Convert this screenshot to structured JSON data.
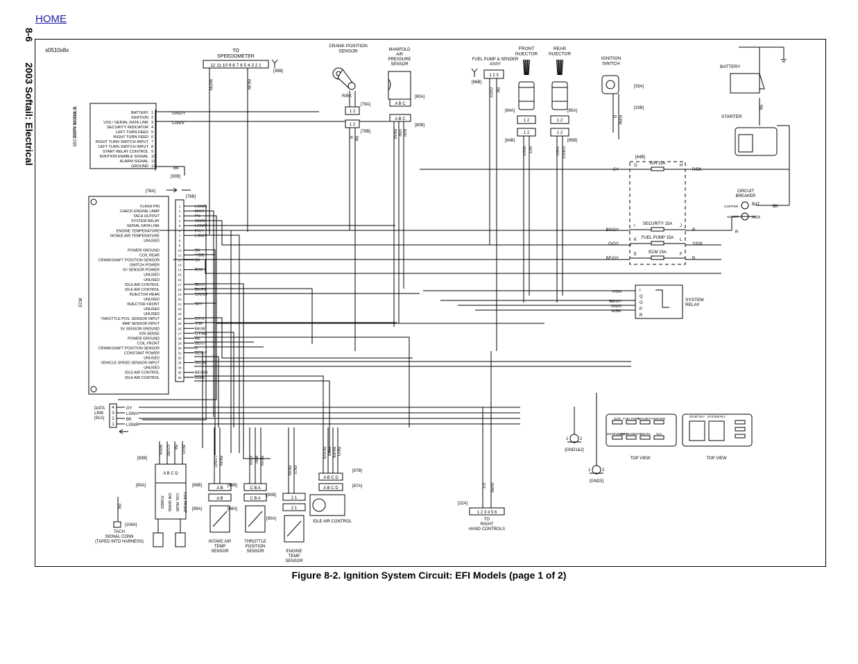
{
  "nav": {
    "home_link": "HOME"
  },
  "side": {
    "page_number": "8-6",
    "book_title": "2003 Softail: Electrical"
  },
  "figure": {
    "id": "s0510x8x",
    "caption": "Figure 8-2. Ignition System Circuit: EFI Models (page 1 of 2)"
  },
  "components": {
    "speedometer": {
      "title_line1": "TO",
      "title_line2": "SPEEDOMETER",
      "pins": "12 11 10 9 8 7 6 5 4 3 2 1",
      "conn": "[39B]"
    },
    "turn_signal_module": {
      "title": "TURN SIGNAL &\nSECURITY MODULE",
      "pins": [
        "BATTERY",
        "IGNITION",
        "VSS / SERIAL DATA LINK",
        "SECURITY INDICATOR",
        "LEFT TURN FEED",
        "RIGHT TURN FEED",
        "RIGHT TURN SWITCH INPUT",
        "LEFT TURN SWITCH INPUT",
        "START RELAY CONTROL",
        "IGNITION ENABLE SIGNAL",
        "ALARM SIGNAL",
        "GROUND"
      ],
      "conn_30b": "[30B]"
    },
    "ecm": {
      "title": "ECM",
      "conn_78a": "[78A]",
      "conn_78b": "[78B]",
      "pins": [
        "FLASH PIN",
        "CHECK ENGINE LAMP",
        "TACH OUTPUT",
        "SYSTEM RELAY",
        "SERIAL DATA LINK",
        "ENGINE TEMPERATURE",
        "INTAKE AIR TEMPERATURE",
        "UNUSED",
        "",
        "POWER GROUND",
        "COIL REAR",
        "CRANKSHAFT POSITION SENSOR",
        "SWITCH POWER",
        "5V SENSOR POWER",
        "UNUSED",
        "UNUSED",
        "IDLE AIR CONTROL",
        "IDLE AIR CONTROL",
        "INJECTOR REAR",
        "UNUSED",
        "INJECTOR FRONT",
        "UNUSED",
        "UNUSED",
        "THROTTLE POS. SENSOR INPUT",
        "MAP SENSOR INPUT",
        "5V SENSOR GROUND",
        "ION SENSE",
        "POWER GROUND",
        "COIL FRONT",
        "CRANKSHAFT POSITION SENSOR",
        "CONSTANT POWER",
        "UNUSED",
        "VEHICLE SPEED SENSOR INPUT",
        "UNUSED",
        "IDLE AIR CONTROL",
        "IDLE AIR CONTROL"
      ],
      "wires": [
        "LGN/R",
        "BK/Y",
        "PK",
        "GN/O",
        "LGN/V",
        "PK/Y",
        "LGN/Y",
        "",
        "",
        "BK",
        "Y/BE",
        "BK",
        "",
        "R/W",
        "",
        "",
        "BK/O",
        "BK/PK",
        "GN/GY",
        "",
        "W/Y",
        "",
        "",
        "GY/V",
        "V/W",
        "BK/W",
        "GY/BE",
        "BK",
        "BE/O",
        "R",
        "BE/GY",
        "",
        "W/GN",
        "",
        "BE/GN",
        "BN/R"
      ]
    },
    "data_link": {
      "title": "DATA\nLINK\n[91A]",
      "pins": [
        "4",
        "3",
        "2",
        "1"
      ],
      "wires": [
        "GY",
        "LGN/V",
        "BK",
        "LGN/R"
      ]
    },
    "crank_sensor": {
      "title": "CRANK POSITION\nSENSOR",
      "conn_79a": "[79A]",
      "conn_79b": "[79B]",
      "wires": [
        "R",
        "BK"
      ]
    },
    "map_sensor": {
      "title": "MANIFOLD\nAIR\nPRESSURE\nSENSOR",
      "pins": "A B C",
      "conn_80a": "[80A]",
      "conn_80b": "[80B]",
      "wires": [
        "BK/W",
        "V/W",
        "R/W"
      ]
    },
    "fuel_pump": {
      "title": "FUEL PUMP & SENDER\nASSY",
      "pins": "1 2 3",
      "conn": "[86B]",
      "wires": [
        "O/GY",
        "BK"
      ]
    },
    "front_injector": {
      "title": "FRONT\nINJECTOR",
      "conn_84a": "[84A]",
      "conn_84b": "[84B]",
      "wires": [
        "R/GY",
        "W/Y"
      ]
    },
    "rear_injector": {
      "title": "REAR\nINJECTOR",
      "conn_85a": "[85A]",
      "conn_85b": "[85B]",
      "wires": [
        "Y/GY",
        "GN/GY"
      ]
    },
    "ignition_switch": {
      "title": "IGNITION\nSWITCH",
      "conn_33a": "[33A]",
      "conn_33b": "[33B]",
      "wires": [
        "R",
        "R/BK"
      ]
    },
    "battery": {
      "title": "BATTERY",
      "wire": "BK"
    },
    "starter": {
      "title": "STARTER"
    },
    "fuse_block": {
      "conn": "[64B]",
      "rows": [
        {
          "in": "G",
          "label": "IGN",
          "amp": "15A",
          "out": "H",
          "wire_in": "GY",
          "wire_out": "R/BK"
        },
        {
          "in": "I",
          "label": "SECURITY 15A",
          "amp": "",
          "out": "J",
          "wire_in": "BN/GY",
          "wire_out": "R"
        },
        {
          "in": "K",
          "label": "FUEL PUMP 15A",
          "amp": "",
          "out": "L",
          "wire_in": "O/GY",
          "wire_out": "Y/GN"
        },
        {
          "in": "E",
          "label": "ECM",
          "amp": "15A",
          "out": "F",
          "wire_in": "BE/GY",
          "wire_out": "R"
        }
      ]
    },
    "circuit_breaker": {
      "title": "CIRCUIT\nBREAKER",
      "copper": "COPPER",
      "silver": "SILVER",
      "bat": "BAT",
      "aux": "AUX",
      "wires": [
        "BK",
        "R"
      ]
    },
    "system_relay": {
      "title": "SYSTEM\nRELAY",
      "pins": [
        "I",
        "Q",
        "O",
        "P",
        "R"
      ],
      "wires": [
        "Y/GN",
        "BE/GY",
        "GN/O",
        "W/BK"
      ]
    },
    "ground_12": {
      "label": "[GND1&2]"
    },
    "ground_3": {
      "label": "[GND3]"
    },
    "coils": {
      "pins": "A B C D",
      "labels": [
        "POWER",
        "ION SENSE",
        "COIL REAR",
        "COIL FRONT"
      ],
      "wires": [
        "R/GN",
        "GY/BE",
        "BK",
        "BE/O"
      ],
      "conn_83a": "[83A]",
      "conn_83b": "[83B]"
    },
    "tach": {
      "title": "TACH\nSIGNAL CONN\n(TAPED INTO HARNESS)",
      "conn": "[108A]",
      "wire": "PK"
    },
    "iat_sensor": {
      "title": "INTAKE AIR\nTEMP\nSENSOR",
      "pins": "A B",
      "conn_89a": "[89A]",
      "conn_89b": "[89B]",
      "wires": [
        "LGN/Y",
        "BK/W"
      ]
    },
    "tps": {
      "title": "THROTTLE\nPOSITION\nSENSOR",
      "pins": "C B A",
      "conn_88a": "[88A]",
      "conn_88b": "[88B]",
      "wires": [
        "GY/V",
        "R/W",
        "BK/W"
      ]
    },
    "ect": {
      "title": "ENGINE\nTEMP\nSENSOR",
      "pins": "2 1",
      "conn_90a": "[90A]",
      "conn_90b": "[90B]",
      "wires": [
        "BK/W",
        "PK/Y"
      ]
    },
    "iac": {
      "title": "IDLE AIR CONTROL",
      "pins": "A B C D",
      "conn_87a": "[87A]",
      "conn_87b": "[87B]",
      "wires": [
        "BE/GN",
        "BN/R",
        "BK/PK",
        "BK/O"
      ]
    },
    "right_hand": {
      "title": "TO\nRIGHT\nHAND CONTROLS",
      "pins": "1 2 3 4 5 6",
      "conn": "[22A]",
      "wires": [
        "GY",
        "W/BK"
      ]
    },
    "top_view_1": {
      "caption": "TOP VIEW",
      "labels": [
        "ECM",
        "FUEL PUMP",
        "SECURITY",
        "IGNITION",
        "INSTRUMENTS",
        "INSTRUMENTS",
        "LIGHTS",
        "ACC"
      ]
    },
    "top_view_2": {
      "caption": "TOP VIEW",
      "labels": [
        "START RLY",
        "SYSTEM RLY"
      ]
    }
  }
}
